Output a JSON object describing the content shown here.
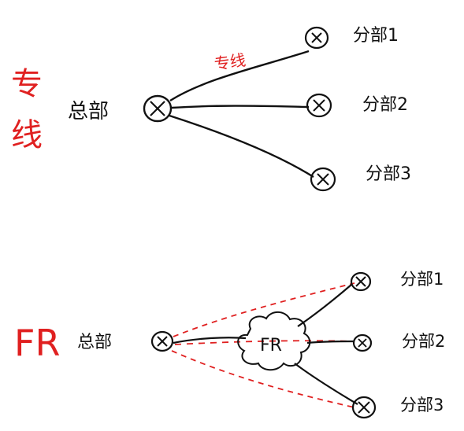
{
  "colors": {
    "ink": "#111111",
    "annotation": "#e02020",
    "background": "#ffffff"
  },
  "leased_line": {
    "title": "专线",
    "hq_label": "总部",
    "line_label": "专线",
    "branches": [
      "分部1",
      "分部2",
      "分部3"
    ]
  },
  "frame_relay": {
    "title": "FR",
    "hq_label": "总部",
    "cloud_label": "FR",
    "branches": [
      "分部1",
      "分部2",
      "分部3"
    ]
  }
}
